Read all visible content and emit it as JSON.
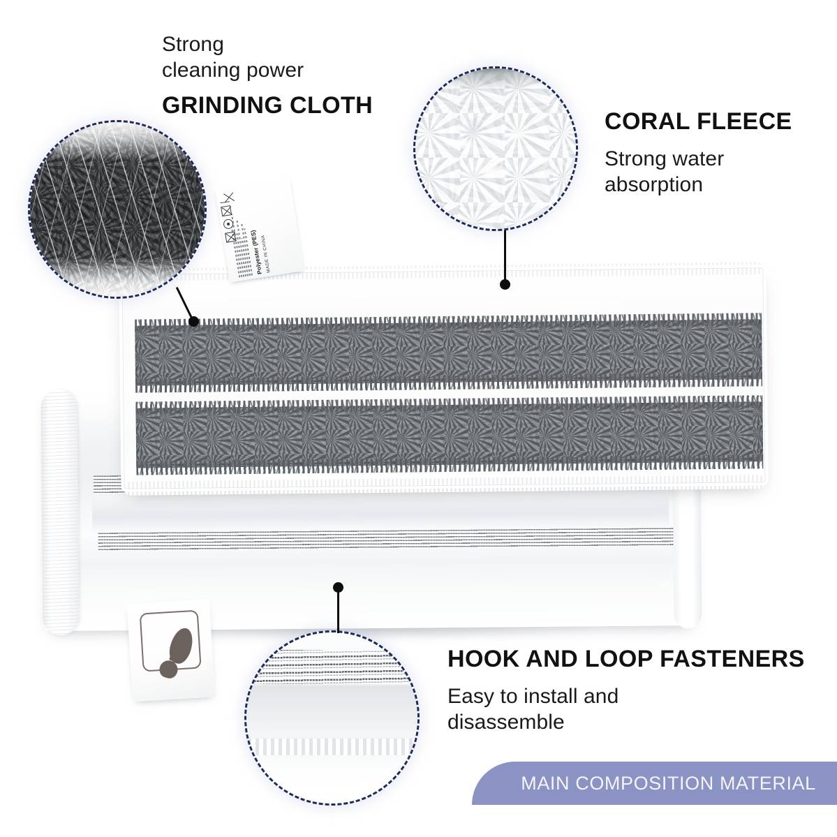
{
  "page": {
    "background_color": "#ffffff",
    "accent_color": "#8b92c4",
    "dash_color": "#1c2a5c",
    "leader_color": "#0d0d0d"
  },
  "callouts": [
    {
      "id": "grinding-cloth",
      "title": "GRINDING CLOTH",
      "subtitle": "Strong\ncleaning power",
      "zoom_circle": "grinding-cloth-macro"
    },
    {
      "id": "coral-fleece",
      "title": "CORAL FLEECE",
      "subtitle": "Strong water\nabsorption",
      "zoom_circle": "coral-fleece-macro"
    },
    {
      "id": "hook-and-loop",
      "title": "HOOK AND LOOP FASTENERS",
      "subtitle": "Easy to install and\ndisassemble",
      "zoom_circle": "hook-and-loop-macro"
    }
  ],
  "banner": {
    "label": "MAIN COMPOSITION MATERIAL",
    "background_color": "#8b92c4",
    "text_color": "#f4f5fb"
  },
  "care_label": {
    "material": "Polyester (PES)",
    "origin": "MADE IN CHINA"
  },
  "icons": {
    "footprint_tag": "shoe-print-icon",
    "care_symbols": [
      "no-bleach",
      "no-tumble-dry",
      "no-iron",
      "machine-wash"
    ]
  },
  "product": {
    "upper_pad": "microfiber mop pad, white with two grey scrubbing stripes",
    "lower_pad": "white mop pad back with hook and loop fastener bands"
  }
}
